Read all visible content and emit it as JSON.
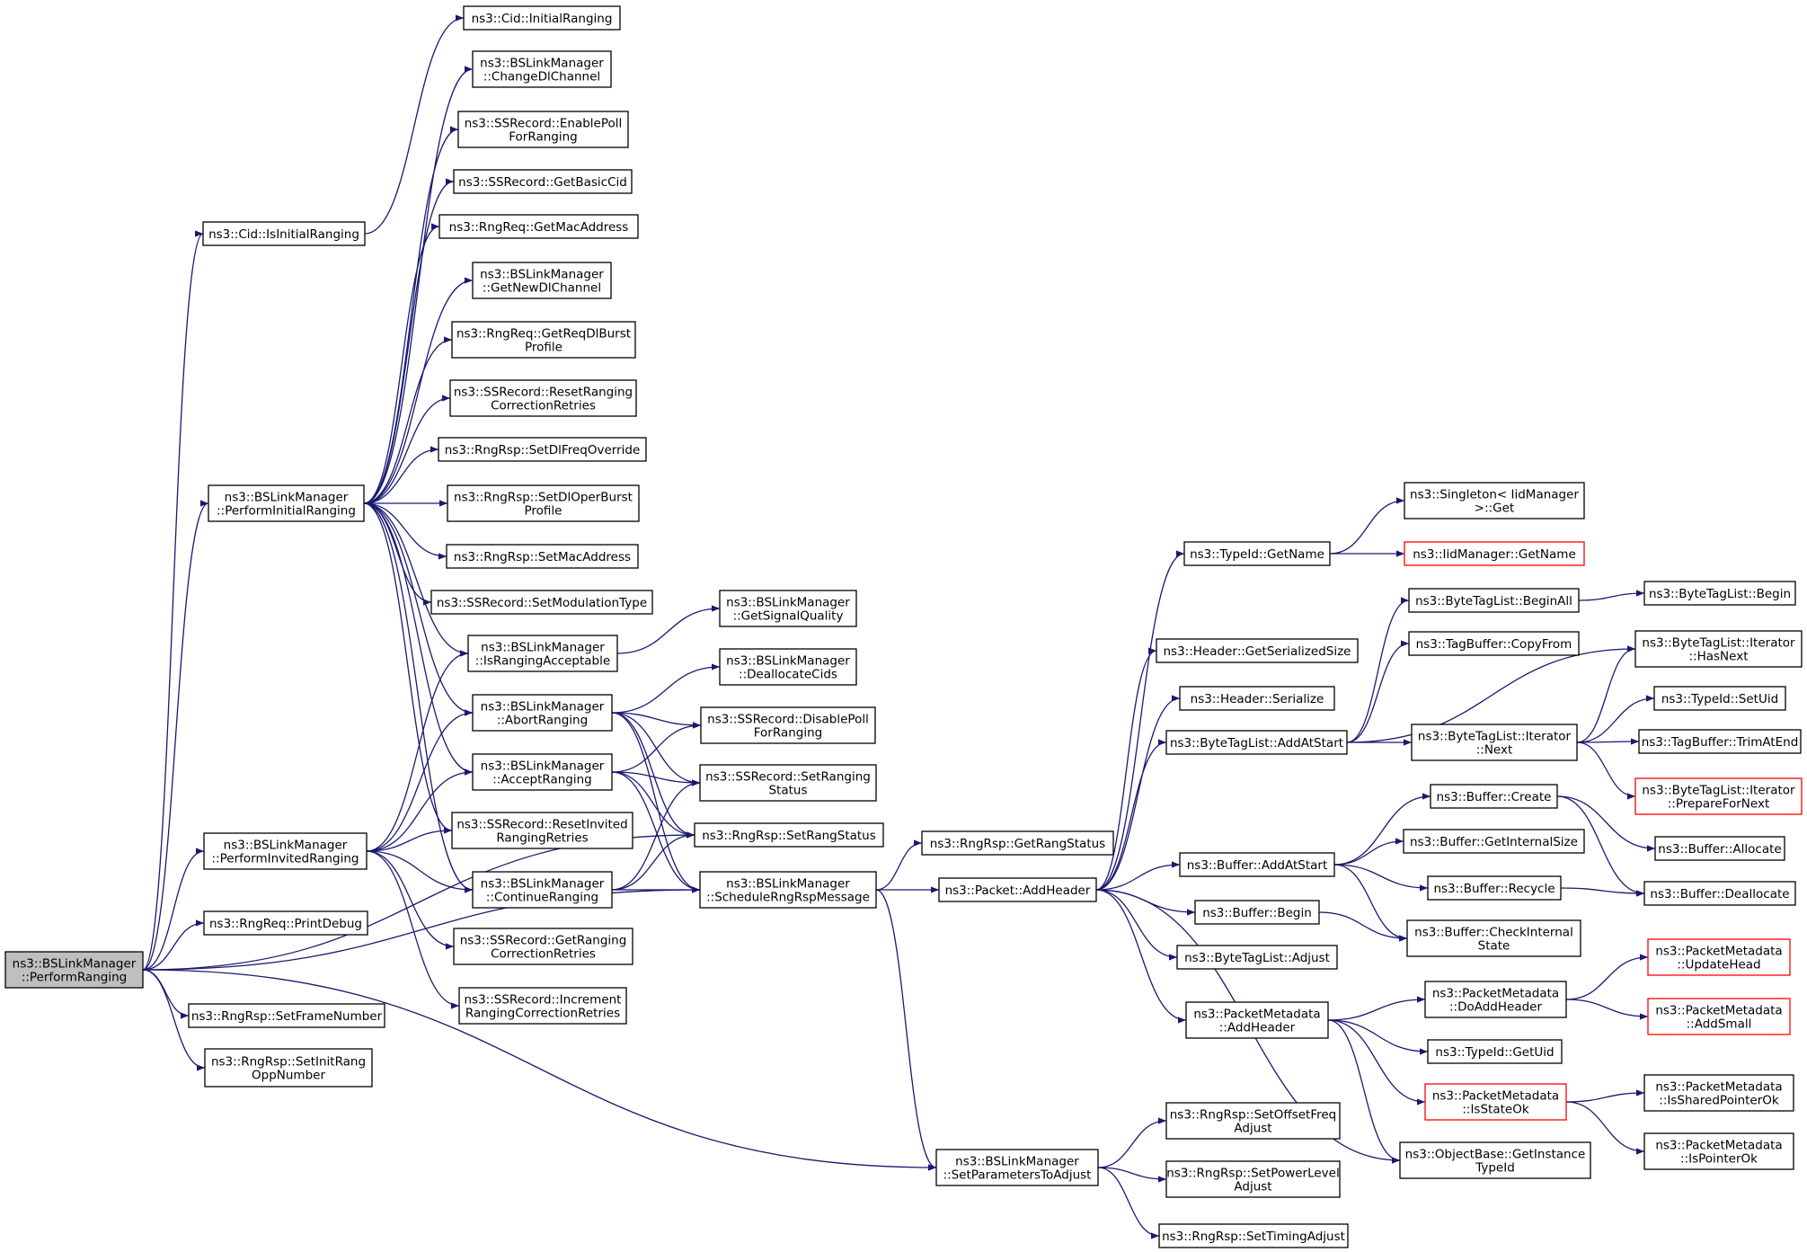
{
  "colors": {
    "edge": "#191970",
    "node_border": "#000000",
    "node_border_truncated": "#ff0000",
    "root_fill": "#bfbfbf",
    "background": "#ffffff"
  },
  "nodes": {
    "perform_ranging": [
      "ns3::BSLinkManager",
      "::PerformRanging"
    ],
    "is_initial_ranging": [
      "ns3::Cid::IsInitialRanging"
    ],
    "perform_initial_ranging": [
      "ns3::BSLinkManager",
      "::PerformInitialRanging"
    ],
    "perform_invited_ranging": [
      "ns3::BSLinkManager",
      "::PerformInvitedRanging"
    ],
    "print_debug": [
      "ns3::RngReq::PrintDebug"
    ],
    "set_frame_number": [
      "ns3::RngRsp::SetFrameNumber"
    ],
    "set_init_rang_opp_number": [
      "ns3::RngRsp::SetInitRang",
      "OppNumber"
    ],
    "cid_initial_ranging": [
      "ns3::Cid::InitialRanging"
    ],
    "change_dl_channel": [
      "ns3::BSLinkManager",
      "::ChangeDlChannel"
    ],
    "enable_poll_for_ranging": [
      "ns3::SSRecord::EnablePoll",
      "ForRanging"
    ],
    "get_basic_cid": [
      "ns3::SSRecord::GetBasicCid"
    ],
    "get_mac_address": [
      "ns3::RngReq::GetMacAddress"
    ],
    "get_new_dl_channel": [
      "ns3::BSLinkManager",
      "::GetNewDlChannel"
    ],
    "get_req_dl_burst_profile": [
      "ns3::RngReq::GetReqDlBurst",
      "Profile"
    ],
    "reset_ranging_correction_retries": [
      "ns3::SSRecord::ResetRanging",
      "CorrectionRetries"
    ],
    "set_dl_freq_override": [
      "ns3::RngRsp::SetDlFreqOverride"
    ],
    "set_dl_oper_burst_profile": [
      "ns3::RngRsp::SetDlOperBurst",
      "Profile"
    ],
    "set_mac_address": [
      "ns3::RngRsp::SetMacAddress"
    ],
    "set_modulation_type": [
      "ns3::SSRecord::SetModulationType"
    ],
    "is_ranging_acceptable": [
      "ns3::BSLinkManager",
      "::IsRangingAcceptable"
    ],
    "abort_ranging": [
      "ns3::BSLinkManager",
      "::AbortRanging"
    ],
    "accept_ranging": [
      "ns3::BSLinkManager",
      "::AcceptRanging"
    ],
    "reset_invited_ranging_retries": [
      "ns3::SSRecord::ResetInvited",
      "RangingRetries"
    ],
    "continue_ranging": [
      "ns3::BSLinkManager",
      "::ContinueRanging"
    ],
    "get_ranging_correction_retries": [
      "ns3::SSRecord::GetRanging",
      "CorrectionRetries"
    ],
    "increment_ranging_correction_retries": [
      "ns3::SSRecord::Increment",
      "RangingCorrectionRetries"
    ],
    "get_signal_quality": [
      "ns3::BSLinkManager",
      "::GetSignalQuality"
    ],
    "deallocate_cids": [
      "ns3::BSLinkManager",
      "::DeallocateCids"
    ],
    "disable_poll_for_ranging": [
      "ns3::SSRecord::DisablePoll",
      "ForRanging"
    ],
    "set_ranging_status": [
      "ns3::SSRecord::SetRanging",
      "Status"
    ],
    "set_rang_status": [
      "ns3::RngRsp::SetRangStatus"
    ],
    "schedule_rng_rsp_message": [
      "ns3::BSLinkManager",
      "::ScheduleRngRspMessage"
    ],
    "get_rang_status": [
      "ns3::RngRsp::GetRangStatus"
    ],
    "packet_add_header": [
      "ns3::Packet::AddHeader"
    ],
    "set_parameters_to_adjust": [
      "ns3::BSLinkManager",
      "::SetParametersToAdjust"
    ],
    "set_offset_freq_adjust": [
      "ns3::RngRsp::SetOffsetFreq",
      "Adjust"
    ],
    "set_power_level_adjust": [
      "ns3::RngRsp::SetPowerLevel",
      "Adjust"
    ],
    "set_timing_adjust": [
      "ns3::RngRsp::SetTimingAdjust"
    ],
    "typeid_get_name": [
      "ns3::TypeId::GetName"
    ],
    "header_get_serialized_size": [
      "ns3::Header::GetSerializedSize"
    ],
    "header_serialize": [
      "ns3::Header::Serialize"
    ],
    "bytetaglist_add_at_start": [
      "ns3::ByteTagList::AddAtStart"
    ],
    "buffer_add_at_start": [
      "ns3::Buffer::AddAtStart"
    ],
    "buffer_begin": [
      "ns3::Buffer::Begin"
    ],
    "bytetaglist_adjust": [
      "ns3::ByteTagList::Adjust"
    ],
    "packetmetadata_add_header": [
      "ns3::PacketMetadata",
      "::AddHeader"
    ],
    "objectbase_get_instance_typeid": [
      "ns3::ObjectBase::GetInstance",
      "TypeId"
    ],
    "singleton_get": [
      "ns3::Singleton< IidManager",
      ">::Get"
    ],
    "iidmanager_get_name": [
      "ns3::IidManager::GetName"
    ],
    "bytetaglist_begin_all": [
      "ns3::ByteTagList::BeginAll"
    ],
    "tagbuffer_copy_from": [
      "ns3::TagBuffer::CopyFrom"
    ],
    "bytetaglist_iterator_next": [
      "ns3::ByteTagList::Iterator",
      "::Next"
    ],
    "buffer_create": [
      "ns3::Buffer::Create"
    ],
    "buffer_get_internal_size": [
      "ns3::Buffer::GetInternalSize"
    ],
    "buffer_recycle": [
      "ns3::Buffer::Recycle"
    ],
    "buffer_check_internal_state": [
      "ns3::Buffer::CheckInternal",
      "State"
    ],
    "packetmetadata_do_add_header": [
      "ns3::PacketMetadata",
      "::DoAddHeader"
    ],
    "typeid_get_uid": [
      "ns3::TypeId::GetUid"
    ],
    "packetmetadata_is_state_ok": [
      "ns3::PacketMetadata",
      "::IsStateOk"
    ],
    "bytetaglist_begin": [
      "ns3::ByteTagList::Begin"
    ],
    "bytetaglist_iterator_has_next": [
      "ns3::ByteTagList::Iterator",
      "::HasNext"
    ],
    "typeid_set_uid": [
      "ns3::TypeId::SetUid"
    ],
    "tagbuffer_trim_at_end": [
      "ns3::TagBuffer::TrimAtEnd"
    ],
    "bytetaglist_iterator_prepare_for_next": [
      "ns3::ByteTagList::Iterator",
      "::PrepareForNext"
    ],
    "buffer_allocate": [
      "ns3::Buffer::Allocate"
    ],
    "buffer_deallocate": [
      "ns3::Buffer::Deallocate"
    ],
    "packetmetadata_update_head": [
      "ns3::PacketMetadata",
      "::UpdateHead"
    ],
    "packetmetadata_add_small": [
      "ns3::PacketMetadata",
      "::AddSmall"
    ],
    "packetmetadata_is_shared_pointer_ok": [
      "ns3::PacketMetadata",
      "::IsSharedPointerOk"
    ],
    "packetmetadata_is_pointer_ok": [
      "ns3::PacketMetadata",
      "::IsPointerOk"
    ]
  },
  "edges": [
    [
      "perform_ranging",
      "is_initial_ranging"
    ],
    [
      "perform_ranging",
      "perform_initial_ranging"
    ],
    [
      "perform_ranging",
      "perform_invited_ranging"
    ],
    [
      "perform_ranging",
      "print_debug"
    ],
    [
      "perform_ranging",
      "set_frame_number"
    ],
    [
      "perform_ranging",
      "set_init_rang_opp_number"
    ],
    [
      "perform_ranging",
      "set_rang_status"
    ],
    [
      "perform_ranging",
      "schedule_rng_rsp_message"
    ],
    [
      "perform_ranging",
      "set_parameters_to_adjust"
    ],
    [
      "is_initial_ranging",
      "cid_initial_ranging"
    ],
    [
      "perform_initial_ranging",
      "change_dl_channel"
    ],
    [
      "perform_initial_ranging",
      "enable_poll_for_ranging"
    ],
    [
      "perform_initial_ranging",
      "get_basic_cid"
    ],
    [
      "perform_initial_ranging",
      "get_mac_address"
    ],
    [
      "perform_initial_ranging",
      "get_new_dl_channel"
    ],
    [
      "perform_initial_ranging",
      "get_req_dl_burst_profile"
    ],
    [
      "perform_initial_ranging",
      "reset_ranging_correction_retries"
    ],
    [
      "perform_initial_ranging",
      "set_dl_freq_override"
    ],
    [
      "perform_initial_ranging",
      "set_dl_oper_burst_profile"
    ],
    [
      "perform_initial_ranging",
      "set_mac_address"
    ],
    [
      "perform_initial_ranging",
      "set_modulation_type"
    ],
    [
      "perform_initial_ranging",
      "is_ranging_acceptable"
    ],
    [
      "perform_initial_ranging",
      "abort_ranging"
    ],
    [
      "perform_initial_ranging",
      "accept_ranging"
    ],
    [
      "perform_initial_ranging",
      "reset_invited_ranging_retries"
    ],
    [
      "perform_initial_ranging",
      "continue_ranging"
    ],
    [
      "perform_invited_ranging",
      "is_ranging_acceptable"
    ],
    [
      "perform_invited_ranging",
      "abort_ranging"
    ],
    [
      "perform_invited_ranging",
      "accept_ranging"
    ],
    [
      "perform_invited_ranging",
      "reset_invited_ranging_retries"
    ],
    [
      "perform_invited_ranging",
      "continue_ranging"
    ],
    [
      "perform_invited_ranging",
      "get_ranging_correction_retries"
    ],
    [
      "perform_invited_ranging",
      "increment_ranging_correction_retries"
    ],
    [
      "is_ranging_acceptable",
      "get_signal_quality"
    ],
    [
      "abort_ranging",
      "deallocate_cids"
    ],
    [
      "abort_ranging",
      "disable_poll_for_ranging"
    ],
    [
      "abort_ranging",
      "set_ranging_status"
    ],
    [
      "abort_ranging",
      "set_rang_status"
    ],
    [
      "abort_ranging",
      "schedule_rng_rsp_message"
    ],
    [
      "accept_ranging",
      "disable_poll_for_ranging"
    ],
    [
      "accept_ranging",
      "set_ranging_status"
    ],
    [
      "accept_ranging",
      "set_rang_status"
    ],
    [
      "accept_ranging",
      "schedule_rng_rsp_message"
    ],
    [
      "continue_ranging",
      "set_ranging_status"
    ],
    [
      "continue_ranging",
      "set_rang_status"
    ],
    [
      "continue_ranging",
      "schedule_rng_rsp_message"
    ],
    [
      "schedule_rng_rsp_message",
      "get_rang_status"
    ],
    [
      "schedule_rng_rsp_message",
      "packet_add_header"
    ],
    [
      "schedule_rng_rsp_message",
      "set_parameters_to_adjust"
    ],
    [
      "set_parameters_to_adjust",
      "set_offset_freq_adjust"
    ],
    [
      "set_parameters_to_adjust",
      "set_power_level_adjust"
    ],
    [
      "set_parameters_to_adjust",
      "set_timing_adjust"
    ],
    [
      "packet_add_header",
      "typeid_get_name"
    ],
    [
      "packet_add_header",
      "header_get_serialized_size"
    ],
    [
      "packet_add_header",
      "header_serialize"
    ],
    [
      "packet_add_header",
      "bytetaglist_add_at_start"
    ],
    [
      "packet_add_header",
      "buffer_add_at_start"
    ],
    [
      "packet_add_header",
      "buffer_begin"
    ],
    [
      "packet_add_header",
      "bytetaglist_adjust"
    ],
    [
      "packet_add_header",
      "packetmetadata_add_header"
    ],
    [
      "packet_add_header",
      "objectbase_get_instance_typeid"
    ],
    [
      "typeid_get_name",
      "singleton_get"
    ],
    [
      "typeid_get_name",
      "iidmanager_get_name"
    ],
    [
      "bytetaglist_add_at_start",
      "bytetaglist_begin_all"
    ],
    [
      "bytetaglist_add_at_start",
      "tagbuffer_copy_from"
    ],
    [
      "bytetaglist_add_at_start",
      "bytetaglist_iterator_has_next"
    ],
    [
      "bytetaglist_add_at_start",
      "bytetaglist_iterator_next"
    ],
    [
      "bytetaglist_begin_all",
      "bytetaglist_begin"
    ],
    [
      "bytetaglist_iterator_next",
      "bytetaglist_iterator_has_next"
    ],
    [
      "bytetaglist_iterator_next",
      "typeid_set_uid"
    ],
    [
      "bytetaglist_iterator_next",
      "tagbuffer_trim_at_end"
    ],
    [
      "bytetaglist_iterator_next",
      "bytetaglist_iterator_prepare_for_next"
    ],
    [
      "buffer_add_at_start",
      "buffer_create"
    ],
    [
      "buffer_add_at_start",
      "buffer_get_internal_size"
    ],
    [
      "buffer_add_at_start",
      "buffer_recycle"
    ],
    [
      "buffer_add_at_start",
      "buffer_check_internal_state"
    ],
    [
      "buffer_create",
      "buffer_allocate"
    ],
    [
      "buffer_create",
      "buffer_deallocate"
    ],
    [
      "buffer_recycle",
      "buffer_deallocate"
    ],
    [
      "buffer_begin",
      "buffer_check_internal_state"
    ],
    [
      "packetmetadata_add_header",
      "packetmetadata_do_add_header"
    ],
    [
      "packetmetadata_add_header",
      "typeid_get_uid"
    ],
    [
      "packetmetadata_add_header",
      "packetmetadata_is_state_ok"
    ],
    [
      "packetmetadata_add_header",
      "objectbase_get_instance_typeid"
    ],
    [
      "packetmetadata_do_add_header",
      "packetmetadata_update_head"
    ],
    [
      "packetmetadata_do_add_header",
      "packetmetadata_add_small"
    ],
    [
      "packetmetadata_is_state_ok",
      "packetmetadata_is_shared_pointer_ok"
    ],
    [
      "packetmetadata_is_state_ok",
      "packetmetadata_is_pointer_ok"
    ]
  ]
}
